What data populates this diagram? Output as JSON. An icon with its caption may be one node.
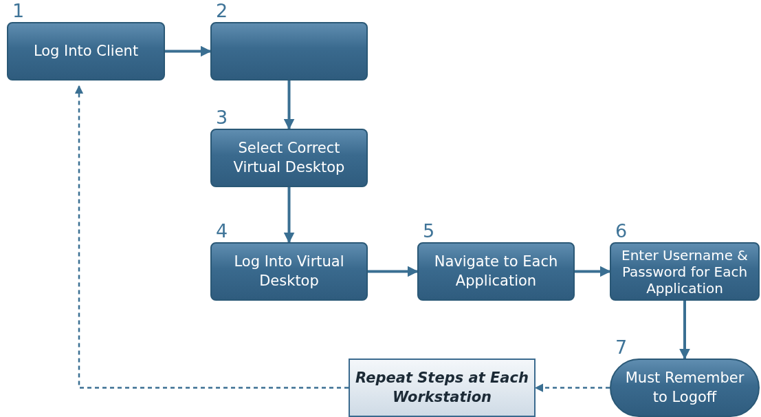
{
  "diagram": {
    "nodes": [
      {
        "text": [
          "1",
          "Log Into Client"
        ]
      },
      {
        "text": [
          "2"
        ]
      },
      {
        "text": [
          "3",
          "Select Correct Virtual Desktop"
        ]
      },
      {
        "text": [
          "4",
          "Log Into Virtual Desktop"
        ]
      },
      {
        "text": [
          "5",
          "Navigate to Each Application"
        ]
      },
      {
        "text": [
          "6",
          "Enter Username & Password for Each Application"
        ]
      },
      {
        "text": [
          "7",
          "Must Remember to Logoff"
        ]
      },
      {
        "text": [
          "Repeat Steps at Each Workstation"
        ]
      }
    ],
    "edges": [
      {
        "from": 0,
        "to": 1,
        "arrow": "to"
      },
      {
        "from": 1,
        "to": 2,
        "arrow": "to"
      },
      {
        "from": 2,
        "to": 3,
        "arrow": "to"
      },
      {
        "from": 3,
        "to": 4,
        "arrow": "to"
      },
      {
        "from": 4,
        "to": 5,
        "arrow": "to"
      },
      {
        "from": 5,
        "to": 6,
        "arrow": "to"
      },
      {
        "from": 6,
        "to": 7,
        "arrow": "to",
        "style": "dashed"
      },
      {
        "from": 7,
        "to": 0,
        "arrow": "to",
        "style": "dashed"
      }
    ]
  }
}
